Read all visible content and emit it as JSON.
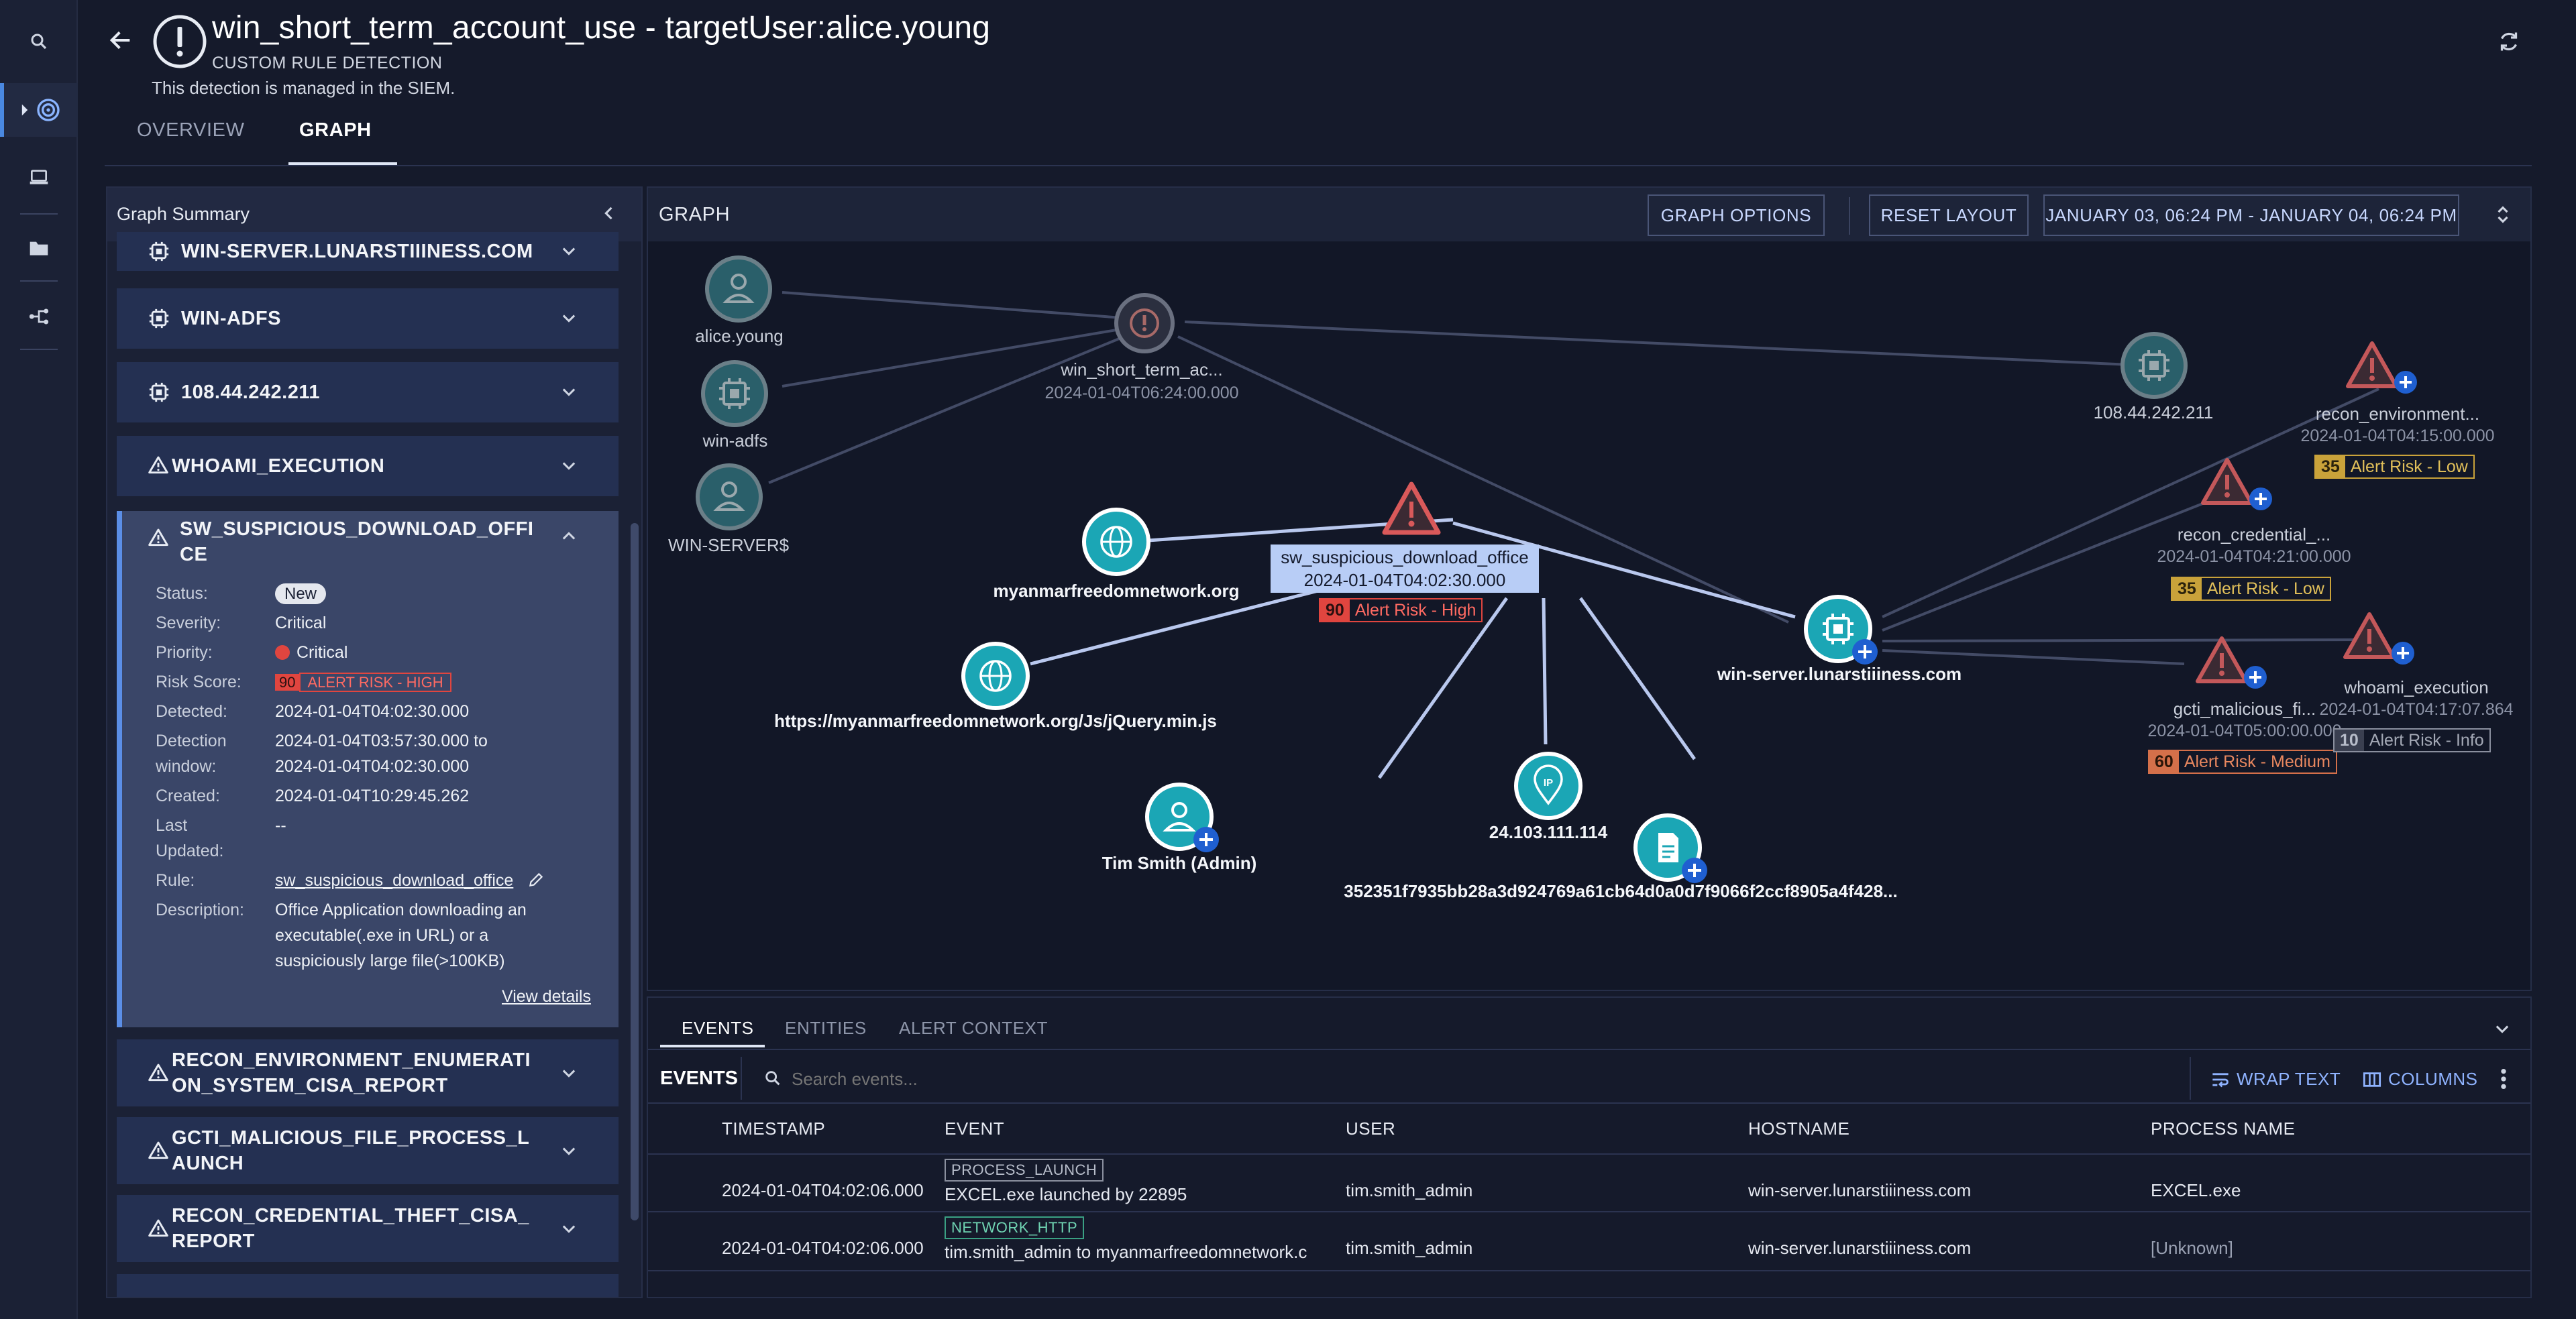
{
  "header": {
    "title": "win_short_term_account_use - targetUser:alice.young",
    "subtitle": "CUSTOM RULE DETECTION",
    "managed_note": "This detection is managed in the SIEM."
  },
  "tabs": [
    {
      "label": "OVERVIEW",
      "active": false
    },
    {
      "label": "GRAPH",
      "active": true
    }
  ],
  "summary": {
    "title": "Graph Summary",
    "cards_top": [
      {
        "label": "WIN-SERVER.LUNARSTIIINESS.COM",
        "icon": "chip-icon"
      },
      {
        "label": "WIN-ADFS",
        "icon": "chip-icon"
      },
      {
        "label": "108.44.242.211",
        "icon": "chip-icon"
      },
      {
        "label": "WHOAMI_EXECUTION",
        "icon": "alert-triangle-icon"
      }
    ],
    "expanded": {
      "title_line1": "SW_SUSPICIOUS_DOWNLOAD_OFFI",
      "title_line2": "CE",
      "status_label": "Status:",
      "status": "New",
      "severity_label": "Severity:",
      "severity": "Critical",
      "priority_label": "Priority:",
      "priority": "Critical",
      "risk_label": "Risk Score:",
      "risk_num": "90",
      "risk_text": "ALERT RISK - HIGH",
      "detected_label": "Detected:",
      "detected": "2024-01-04T04:02:30.000",
      "window_label_1": "Detection",
      "window_label_2": "window:",
      "window_1": "2024-01-04T03:57:30.000 to",
      "window_2": "2024-01-04T04:02:30.000",
      "created_label": "Created:",
      "created": "2024-01-04T10:29:45.262",
      "updated_label_1": "Last",
      "updated_label_2": "Updated:",
      "updated": "--",
      "rule_label": "Rule:",
      "rule": "sw_suspicious_download_office",
      "desc_label": "Description:",
      "desc_1": "Office Application downloading an",
      "desc_2": "executable(.exe in URL) or a",
      "desc_3": "suspiciously large file(>100KB)",
      "view_details": "View details"
    },
    "cards_bottom": [
      {
        "line1": "RECON_ENVIRONMENT_ENUMERATI",
        "line2": "ON_SYSTEM_CISA_REPORT"
      },
      {
        "line1": "GCTI_MALICIOUS_FILE_PROCESS_L",
        "line2": "AUNCH"
      },
      {
        "line1": "RECON_CREDENTIAL_THEFT_CISA_",
        "line2": "REPORT"
      }
    ]
  },
  "graph": {
    "title": "GRAPH",
    "options_btn": "GRAPH OPTIONS",
    "reset_btn": "RESET LAYOUT",
    "date_range": "JANUARY 03, 06:24 PM - JANUARY 04, 06:24 PM",
    "nodes": {
      "alice": "alice.young",
      "adfs": "win-adfs",
      "winserver_s": "WIN-SERVER$",
      "detection": "win_short_term_ac...",
      "detection_ts": "2024-01-04T06:24:00.000",
      "ip108": "108.44.242.211",
      "recon_env": "recon_environment...",
      "recon_env_ts": "2024-01-04T04:15:00.000",
      "recon_env_risk_num": "35",
      "recon_env_risk": "Alert Risk - Low",
      "recon_cred": "recon_credential_...",
      "recon_cred_ts": "2024-01-04T04:21:00.000",
      "recon_cred_risk_num": "35",
      "recon_cred_risk": "Alert Risk - Low",
      "gcti": "gcti_malicious_fi...",
      "gcti_ts": "2024-01-04T05:00:00.000",
      "gcti_risk_num": "60",
      "gcti_risk": "Alert Risk - Medium",
      "whoami": "whoami_execution",
      "whoami_ts": "2024-01-04T04:17:07.864",
      "whoami_risk_num": "10",
      "whoami_risk": "Alert Risk - Info",
      "sw": "sw_suspicious_download_office",
      "sw_ts": "2024-01-04T04:02:30.000",
      "sw_risk_num": "90",
      "sw_risk": "Alert Risk - High",
      "domain": "myanmarfreedomnetwork.org",
      "url": "https://myanmarfreedomnetwork.org/Js/jQuery.min.js",
      "tim": "Tim Smith (Admin)",
      "ip24": "24.103.111.114",
      "hash": "352351f7935bb28a3d924769a61cb64d0a0d7f9066f2ccf8905a4f428...",
      "winserver": "win-server.lunarstiiiness.com",
      "ip_text": "IP"
    }
  },
  "events": {
    "tabs": [
      "EVENTS",
      "ENTITIES",
      "ALERT CONTEXT"
    ],
    "label": "EVENTS",
    "search_placeholder": "Search events...",
    "wrap_text": "WRAP TEXT",
    "columns": "COLUMNS",
    "headers": [
      "TIMESTAMP",
      "EVENT",
      "USER",
      "HOSTNAME",
      "PROCESS NAME"
    ],
    "rows": [
      {
        "timestamp": "2024-01-04T04:02:06.000",
        "tag": "PROCESS_LAUNCH",
        "event": "EXCEL.exe launched by 22895",
        "user": "tim.smith_admin",
        "hostname": "win-server.lunarstiiiness.com",
        "process": "EXCEL.exe"
      },
      {
        "timestamp": "2024-01-04T04:02:06.000",
        "tag": "NETWORK_HTTP",
        "event": "tim.smith_admin to myanmarfreedomnetwork.c",
        "user": "tim.smith_admin",
        "hostname": "win-server.lunarstiiiness.com",
        "process": "[Unknown]"
      }
    ]
  },
  "colors": {
    "accent": "#4a88e0",
    "node_teal": "#1ba6b5",
    "node_dim": "#2a5f6a",
    "risk_high": "#e0453f",
    "risk_medium": "#d4704a",
    "risk_low": "#c9a23a",
    "risk_info": "#8a8f9e"
  }
}
